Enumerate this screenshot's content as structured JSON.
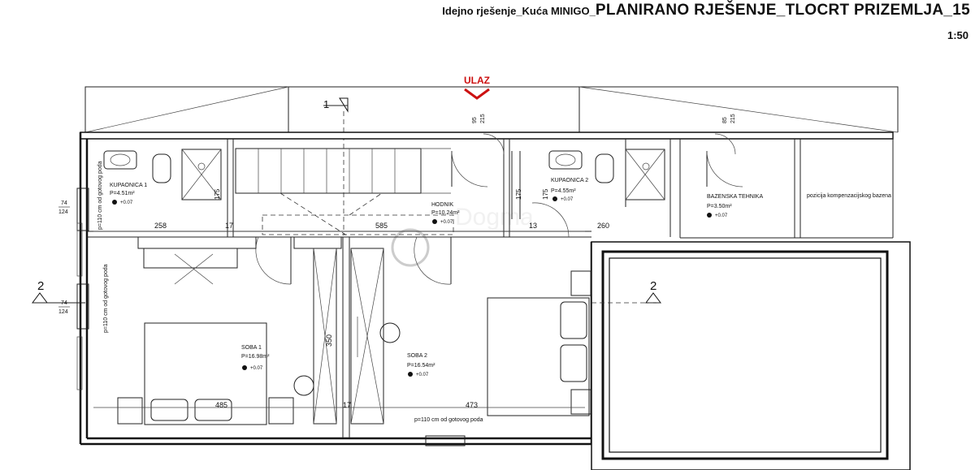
{
  "header": {
    "project_prefix": "Idejno rješenje_Kuća MINIGO_",
    "title": "PLANIRANO RJEŠENJE_TLOCRT PRIZEMLJA_15",
    "scale": "1:50"
  },
  "entrance": {
    "label": "ULAZ"
  },
  "sections": {
    "section_1": "1",
    "section_2_left": "2",
    "section_2_right": "2"
  },
  "rooms": [
    {
      "name": "KUPAONICA 1",
      "area": "P=4.51m²",
      "level": "+0.07"
    },
    {
      "name": "HODNIK",
      "area": "P=10.24m²",
      "level": "+0.07"
    },
    {
      "name": "KUPAONICA 2",
      "area": "P=4.55m²",
      "level": "+0.07"
    },
    {
      "name": "BAZENSKA TEHNIKA",
      "area": "P=3.50m²",
      "level": "+0.07"
    },
    {
      "name": "SOBA 1",
      "area": "P=16.98m²",
      "level": "+0.07"
    },
    {
      "name": "SOBA 2",
      "area": "P=16.54m²",
      "level": "+0.07"
    }
  ],
  "labels": {
    "compensation_pool": "pozicija kompenzacijskog bazena",
    "sill_bottom": "p=110 cm od gotovog poda",
    "sill_left_top": "p=110 cm od gotovog poda",
    "sill_left_mid": "p=110 cm od gotovog poda"
  },
  "dimensions": {
    "d258": "258",
    "d17a": "17",
    "d585": "585",
    "d13": "13",
    "d260": "260",
    "d485": "485",
    "d17b": "17",
    "d473": "473",
    "d350": "350",
    "d175a": "175",
    "d175b": "175",
    "d175c": "175",
    "d95": "95",
    "d215a": "215",
    "d85": "85",
    "d215b": "215",
    "win_top_a": "74",
    "win_top_b": "124",
    "win_mid_a": "74",
    "win_mid_b": "124"
  },
  "watermark": "Dogma"
}
